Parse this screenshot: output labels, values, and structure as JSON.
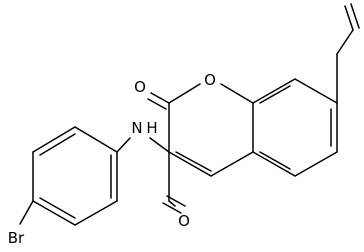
{
  "diagram": {
    "labels": {
      "ring_oxygen": "O",
      "carbonyl_oxygen": "O",
      "amide_oxygen": "O",
      "amide_nitrogen": "N",
      "amide_hydrogen": "H",
      "bromine": "Br"
    }
  }
}
